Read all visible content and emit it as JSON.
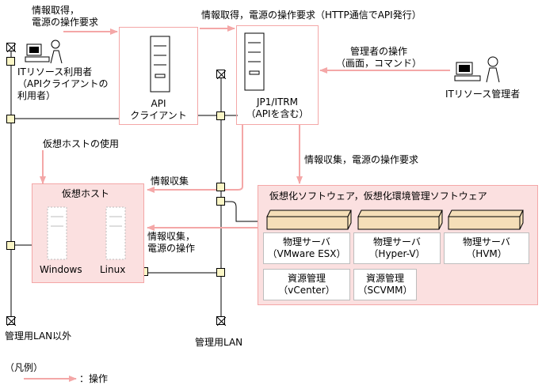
{
  "labels": {
    "info_ops_request_top": "情報取得，\n電源の操作要求",
    "info_ops_request_http": "情報取得，電源の操作要求（HTTP通信でAPI発行）",
    "admin_operation": "管理者の操作\n（画面，コマンド）",
    "it_resource_user": "ITリソース利用者\n（APIクライアントの\n利用者）",
    "api_client": "API\nクライアント",
    "jp1_itrm": "JP1/ITRM\n（APIを含む）",
    "it_resource_admin": "ITリソース管理者",
    "virtual_host_usage": "仮想ホストの使用",
    "info_collect_ops_request": "情報収集，電源の操作要求",
    "info_collect": "情報収集",
    "virtual_host": "仮想ホスト",
    "virt_software": "仮想化ソフトウェア，仮想化環境管理ソフトウェア",
    "info_collect_power_ops": "情報収集，\n電源の操作",
    "windows": "Windows",
    "linux": "Linux",
    "mgmt_lan_other": "管理用LAN以外",
    "mgmt_lan": "管理用LAN",
    "legend_title": "（凡例）",
    "legend_operation": "：操作"
  },
  "software_boxes": [
    {
      "name": "物理サーバ\n（VMware ESX）"
    },
    {
      "name": "物理サーバ\n（Hyper-V）"
    },
    {
      "name": "物理サーバ\n（HVM）"
    },
    {
      "name": "資源管理\n（vCenter）"
    },
    {
      "name": "資源管理\n（SCVMM）"
    }
  ],
  "colors": {
    "operation_arrow": "#f4a7a7",
    "virtual_area_fill": "#fbe0e0",
    "lan_connector": "#fbf6c6"
  }
}
